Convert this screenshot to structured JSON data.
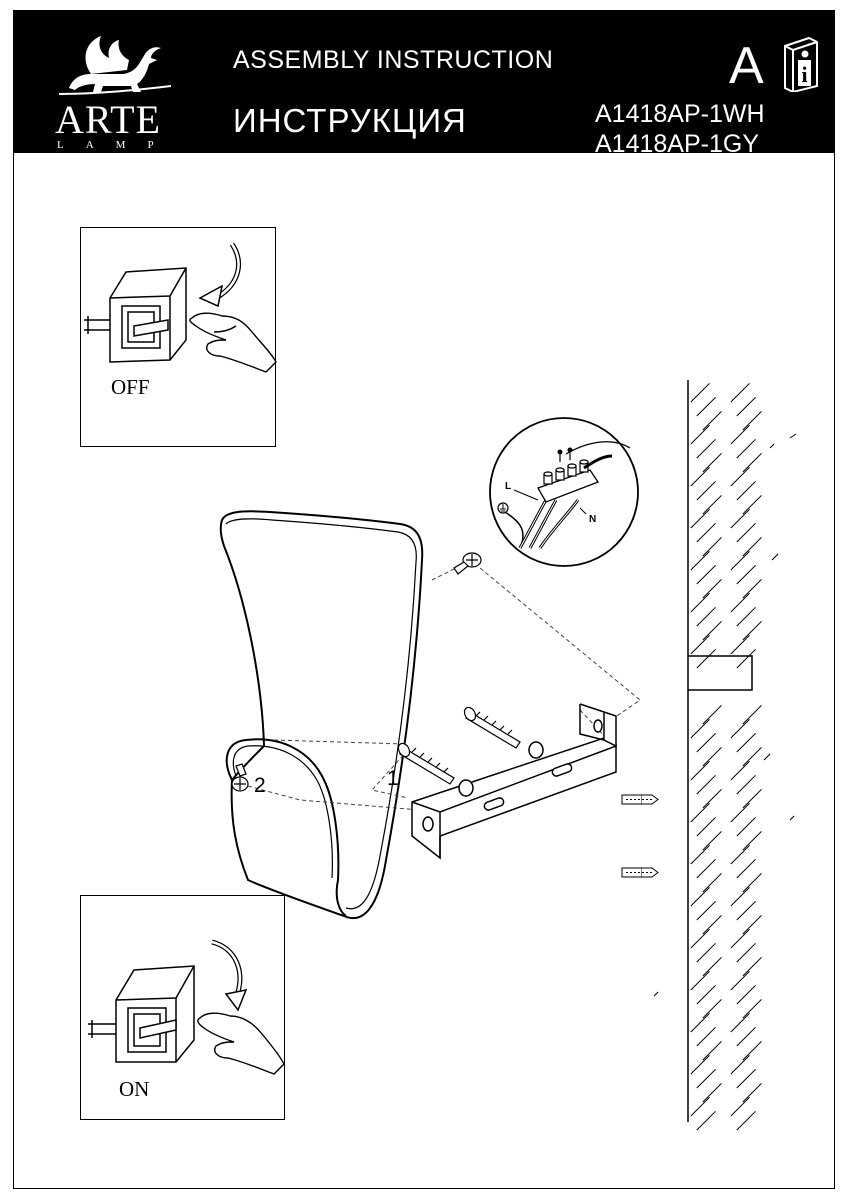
{
  "header": {
    "brand_name": "ARTE",
    "brand_sub": "LAMP",
    "title_en": "ASSEMBLY  INSTRUCTION",
    "title_ru": "ИНСТРУКЦИЯ",
    "section_letter": "A",
    "models": [
      "A1418AP-1WH",
      "A1418AP-1GY"
    ],
    "logo_icon": "griffin-lion-icon",
    "info_icon": "manual-info-icon"
  },
  "panels": {
    "off_label": "OFF",
    "on_label": "ON"
  },
  "steps": {
    "step_1": "1",
    "step_2": "2"
  },
  "wiring": {
    "live": "L",
    "neutral": "N",
    "earth_icon": "ground-symbol-icon"
  },
  "colors": {
    "header_bg": "#000000",
    "header_text": "#ffffff",
    "line": "#000000"
  }
}
